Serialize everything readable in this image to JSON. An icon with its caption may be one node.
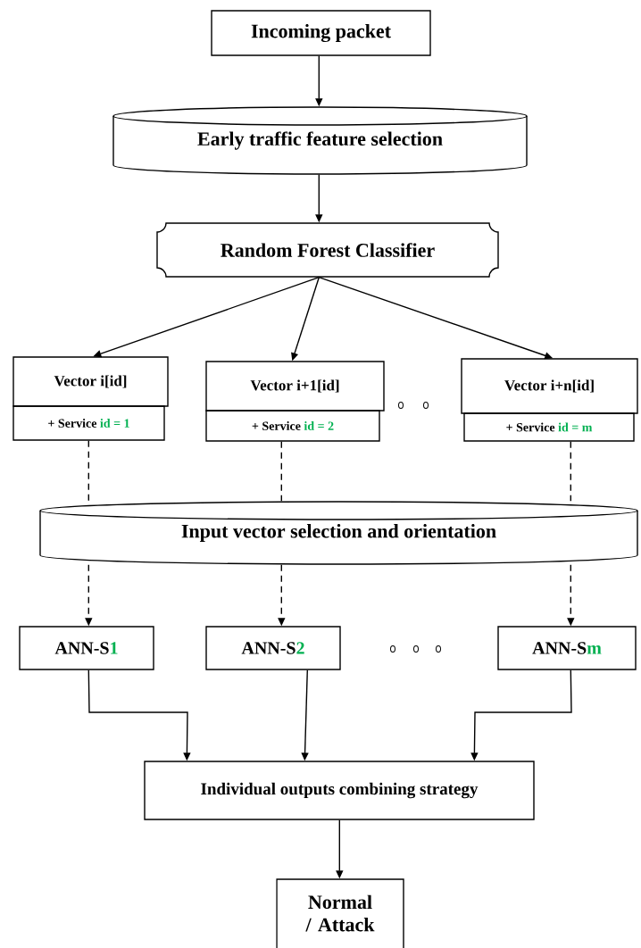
{
  "diagram": {
    "nodes": [
      {
        "text": [
          "Incoming packet"
        ]
      },
      {
        "text": [
          "Early traffic feature selection"
        ]
      },
      {
        "text": [
          "Random Forest Classifier"
        ]
      },
      {
        "text": [
          "Vector i[id]"
        ]
      },
      {
        "text": [
          "+ Service",
          "id = 1"
        ]
      },
      {
        "text": [
          "Vector i+1[id]"
        ]
      },
      {
        "text": [
          "+ Service",
          "id = 2"
        ]
      },
      {
        "text": [
          "Vector i+n[id]"
        ]
      },
      {
        "text": [
          "+ Service",
          "id = m"
        ]
      },
      {
        "text": [
          "Input vector selection and orientation"
        ]
      },
      {
        "text": [
          "ANN-S",
          "1"
        ]
      },
      {
        "text": [
          "ANN-S",
          "2"
        ]
      },
      {
        "text": [
          "ANN-S",
          "m"
        ]
      },
      {
        "text": [
          "Individual outputs combining strategy"
        ]
      },
      {
        "text": [
          "Normal / Attack"
        ]
      }
    ],
    "edges": [
      {
        "from": 0,
        "to": 1,
        "arrow": "to"
      },
      {
        "from": 1,
        "to": 2,
        "arrow": "to"
      },
      {
        "from": 2,
        "to": 3,
        "arrow": "to"
      },
      {
        "from": 2,
        "to": 5,
        "arrow": "to"
      },
      {
        "from": 2,
        "to": 7,
        "arrow": "to"
      },
      {
        "from": 4,
        "to": 9,
        "arrow": "none",
        "style": "dashed"
      },
      {
        "from": 6,
        "to": 9,
        "arrow": "none",
        "style": "dashed"
      },
      {
        "from": 8,
        "to": 9,
        "arrow": "none",
        "style": "dashed"
      },
      {
        "from": 9,
        "to": 10,
        "arrow": "to",
        "style": "dashed"
      },
      {
        "from": 9,
        "to": 11,
        "arrow": "to",
        "style": "dashed"
      },
      {
        "from": 9,
        "to": 12,
        "arrow": "to",
        "style": "dashed"
      },
      {
        "from": 10,
        "to": 13,
        "arrow": "to"
      },
      {
        "from": 11,
        "to": 13,
        "arrow": "to"
      },
      {
        "from": 12,
        "to": 13,
        "arrow": "to"
      },
      {
        "from": 13,
        "to": 14,
        "arrow": "to"
      }
    ]
  }
}
